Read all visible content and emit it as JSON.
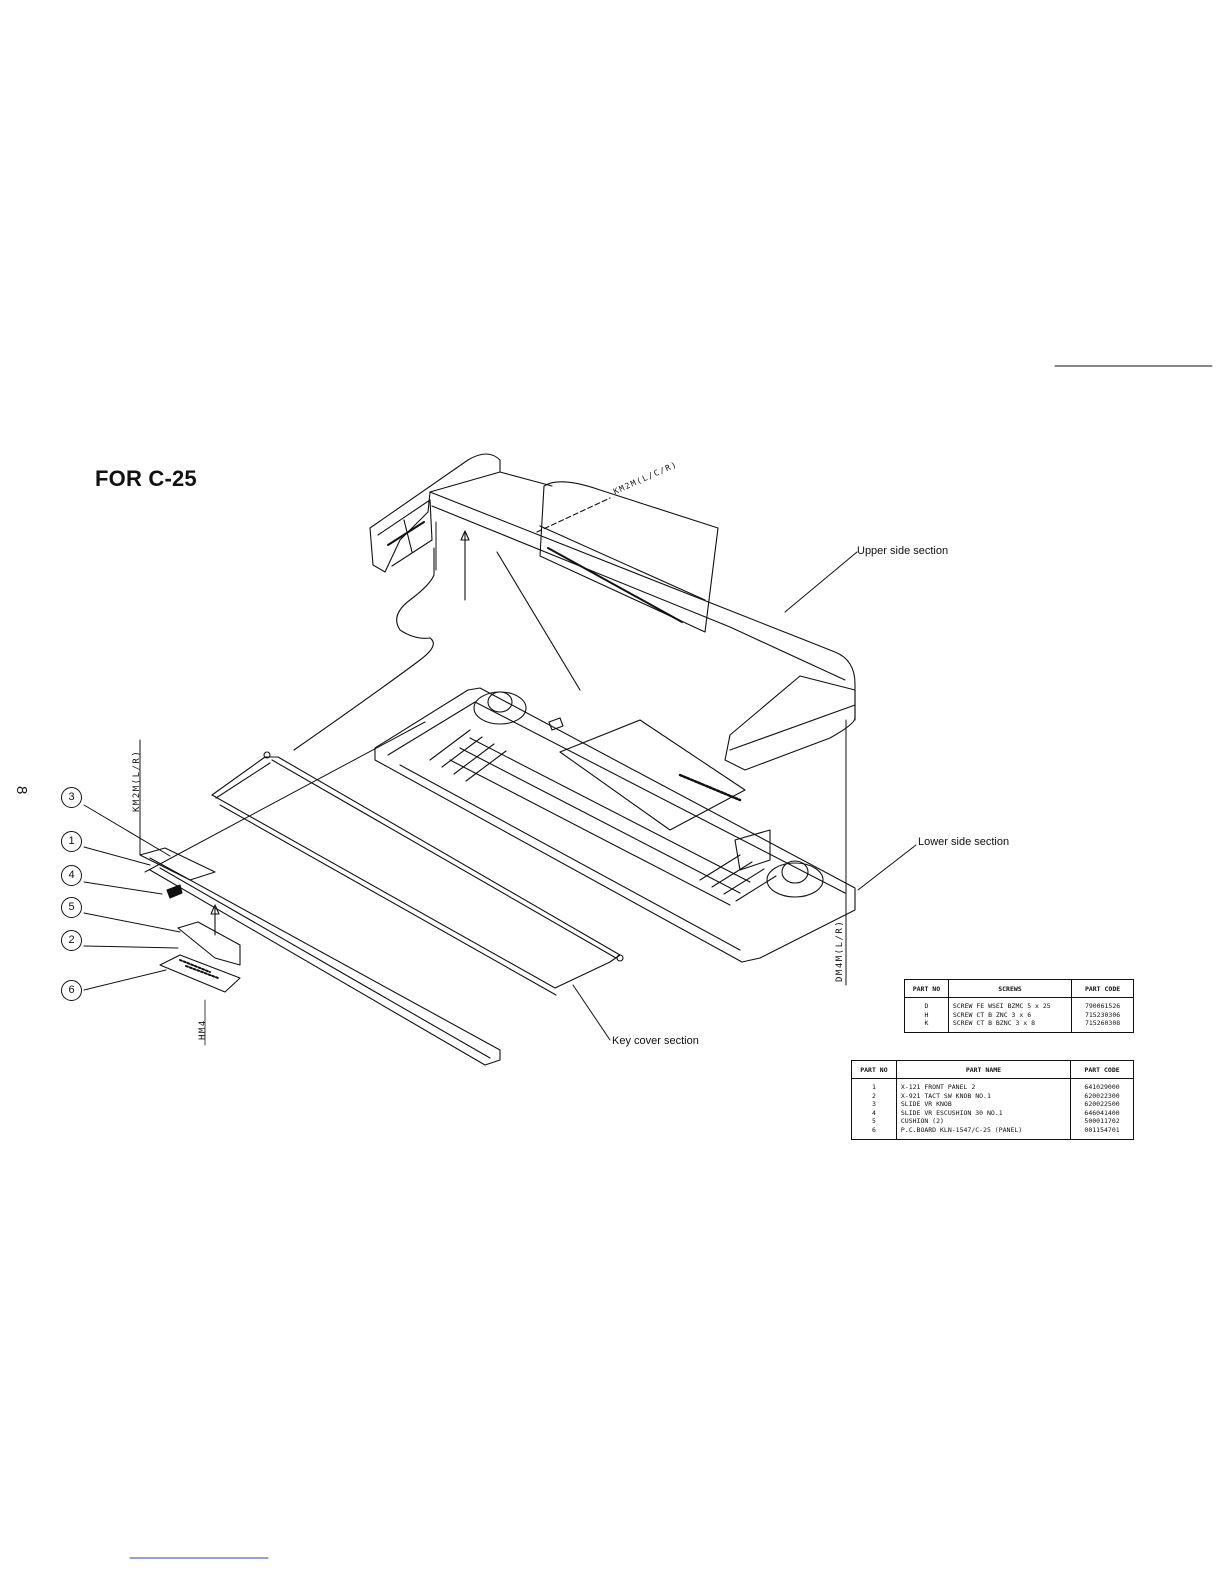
{
  "page": {
    "number": "8",
    "title": "FOR C-25"
  },
  "diagram": {
    "section_labels": {
      "upper": "Upper side section",
      "lower": "Lower side section",
      "key_cover": "Key cover section"
    },
    "callouts": [
      "3",
      "1",
      "4",
      "5",
      "2",
      "6"
    ],
    "screw_labels": {
      "top": "KM2M(L/C/R)",
      "left": "KM2M(L/R)",
      "right": "DM4M(L/R)",
      "bottom": "HM4"
    }
  },
  "screws_table": {
    "headers": [
      "PART NO",
      "SCREWS",
      "PART CODE"
    ],
    "rows": [
      [
        "D",
        "SCREW FE WSEI BZMC 5 x 25",
        "790061526"
      ],
      [
        "H",
        "SCREW CT B ZNC 3 x 6",
        "715230306"
      ],
      [
        "K",
        "SCREW CT B BZNC 3 x 8",
        "715260308"
      ]
    ]
  },
  "parts_table": {
    "headers": [
      "PART NO",
      "PART NAME",
      "PART CODE"
    ],
    "rows": [
      [
        "1",
        "X-121 FRONT PANEL 2",
        "641029000"
      ],
      [
        "2",
        "X-921 TACT SW KNOB NO.1",
        "620022300"
      ],
      [
        "3",
        "SLIDE VR KNOB",
        "620022500"
      ],
      [
        "4",
        "SLIDE VR ESCUSHION 30 NO.1",
        "646041400"
      ],
      [
        "5",
        "CUSHION (2)",
        "500011702"
      ],
      [
        "6",
        "P.C.BOARD KLN-1547/C-25 (PANEL)",
        "001154701"
      ]
    ]
  }
}
